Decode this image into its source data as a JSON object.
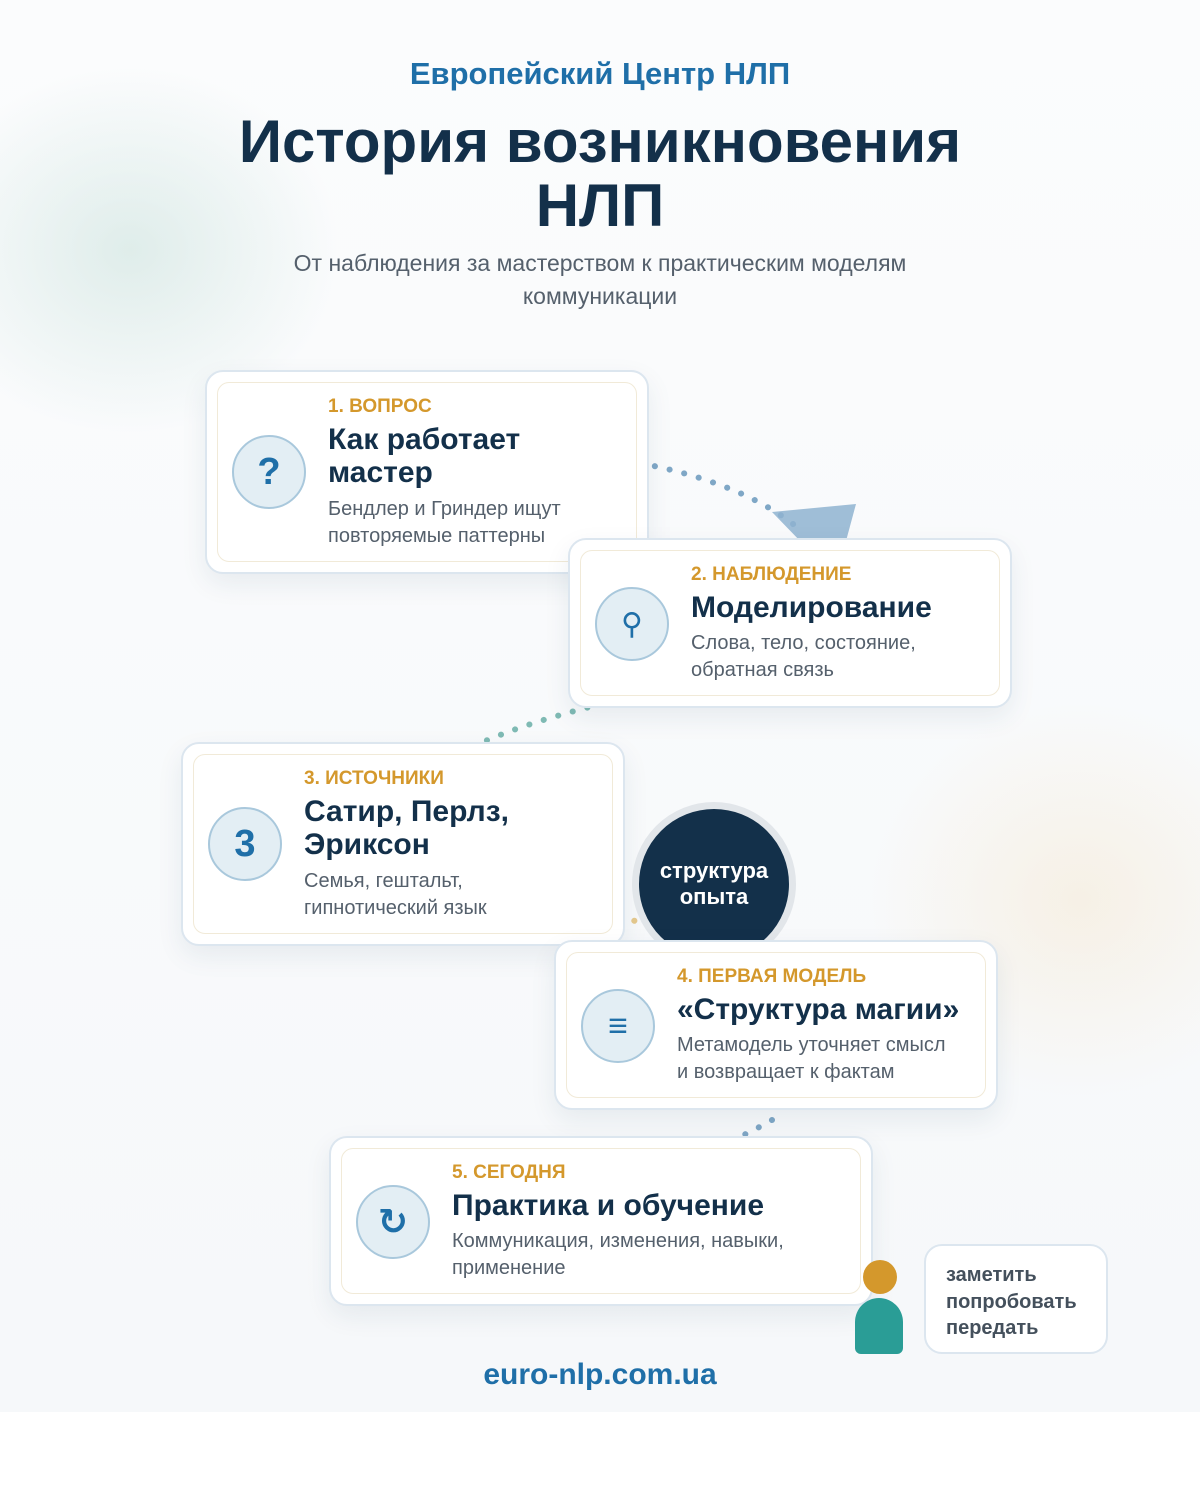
{
  "header": {
    "brand": "Европейский Центр НЛП",
    "title_line1": "История возникновения",
    "title_line2": "НЛП",
    "subtitle_line1": "От наблюдения за мастерством к практическим моделям",
    "subtitle_line2": "коммуникации"
  },
  "steps": [
    {
      "label": "1. ВОПРОС",
      "title_lines": [
        "Как работает",
        "мастер"
      ],
      "desc_lines": [
        "Бендлер и Гриндер ищут",
        "повторяемые паттерны"
      ],
      "icon": "question-mark-icon",
      "icon_glyph": "?"
    },
    {
      "label": "2. НАБЛЮДЕНИЕ",
      "title_lines": [
        "Моделирование"
      ],
      "desc_lines": [
        "Слова, тело, состояние,",
        "обратная связь"
      ],
      "icon": "magnifier-icon",
      "icon_glyph": "⚲"
    },
    {
      "label": "3. ИСТОЧНИКИ",
      "title_lines": [
        "Сатир, Перлз,",
        "Эриксон"
      ],
      "desc_lines": [
        "Семья, гештальт,",
        "гипнотический язык"
      ],
      "icon": "digit-three-icon",
      "icon_glyph": "3"
    },
    {
      "label": "4. ПЕРВАЯ МОДЕЛЬ",
      "title_lines": [
        "«Структура магии»"
      ],
      "desc_lines": [
        "Метамодель уточняет смысл",
        "и возвращает к фактам"
      ],
      "icon": "list-lines-icon",
      "icon_glyph": "≡"
    },
    {
      "label": "5. СЕГОДНЯ",
      "title_lines": [
        "Практика и обучение"
      ],
      "desc_lines": [
        "Коммуникация, изменения, навыки,",
        "применение"
      ],
      "icon": "cycle-arrow-icon",
      "icon_glyph": "↻"
    }
  ],
  "core": {
    "line1": "структура",
    "line2": "опыта"
  },
  "bubble": {
    "lines": [
      "заметить",
      "попробовать",
      "передать"
    ]
  },
  "footer": {
    "url": "euro-nlp.com.ua"
  },
  "colors": {
    "accent_blue": "#1f6fa8",
    "navy": "#13304a",
    "gold": "#d4982c",
    "teal": "#2a9d96",
    "muted_text": "#55606c"
  }
}
